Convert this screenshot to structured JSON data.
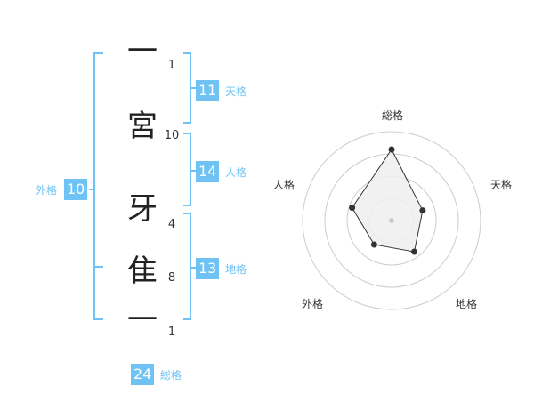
{
  "name": {
    "chars": [
      {
        "char": "一",
        "strokes": "1"
      },
      {
        "char": "宮",
        "strokes": "10"
      },
      {
        "char": "牙",
        "strokes": "4"
      },
      {
        "char": "隹",
        "strokes": "8"
      },
      {
        "char": "一",
        "strokes": "1"
      }
    ]
  },
  "grids": {
    "tenkaku": {
      "value": "11",
      "label": "天格"
    },
    "jinkaku": {
      "value": "14",
      "label": "人格"
    },
    "chikaku": {
      "value": "13",
      "label": "地格"
    },
    "gaikaku": {
      "value": "10",
      "label": "外格"
    },
    "soukaku": {
      "value": "24",
      "label": "総格"
    }
  },
  "chart_data": {
    "type": "radar",
    "axes": [
      "総格",
      "天格",
      "地格",
      "外格",
      "人格"
    ],
    "values": [
      24,
      11,
      13,
      10,
      14
    ],
    "rings": 4,
    "grid": true,
    "colors": {
      "fill": "#eeeeee",
      "line": "#333333",
      "ring": "#cccccc",
      "accent": "#6ec3f4"
    }
  }
}
